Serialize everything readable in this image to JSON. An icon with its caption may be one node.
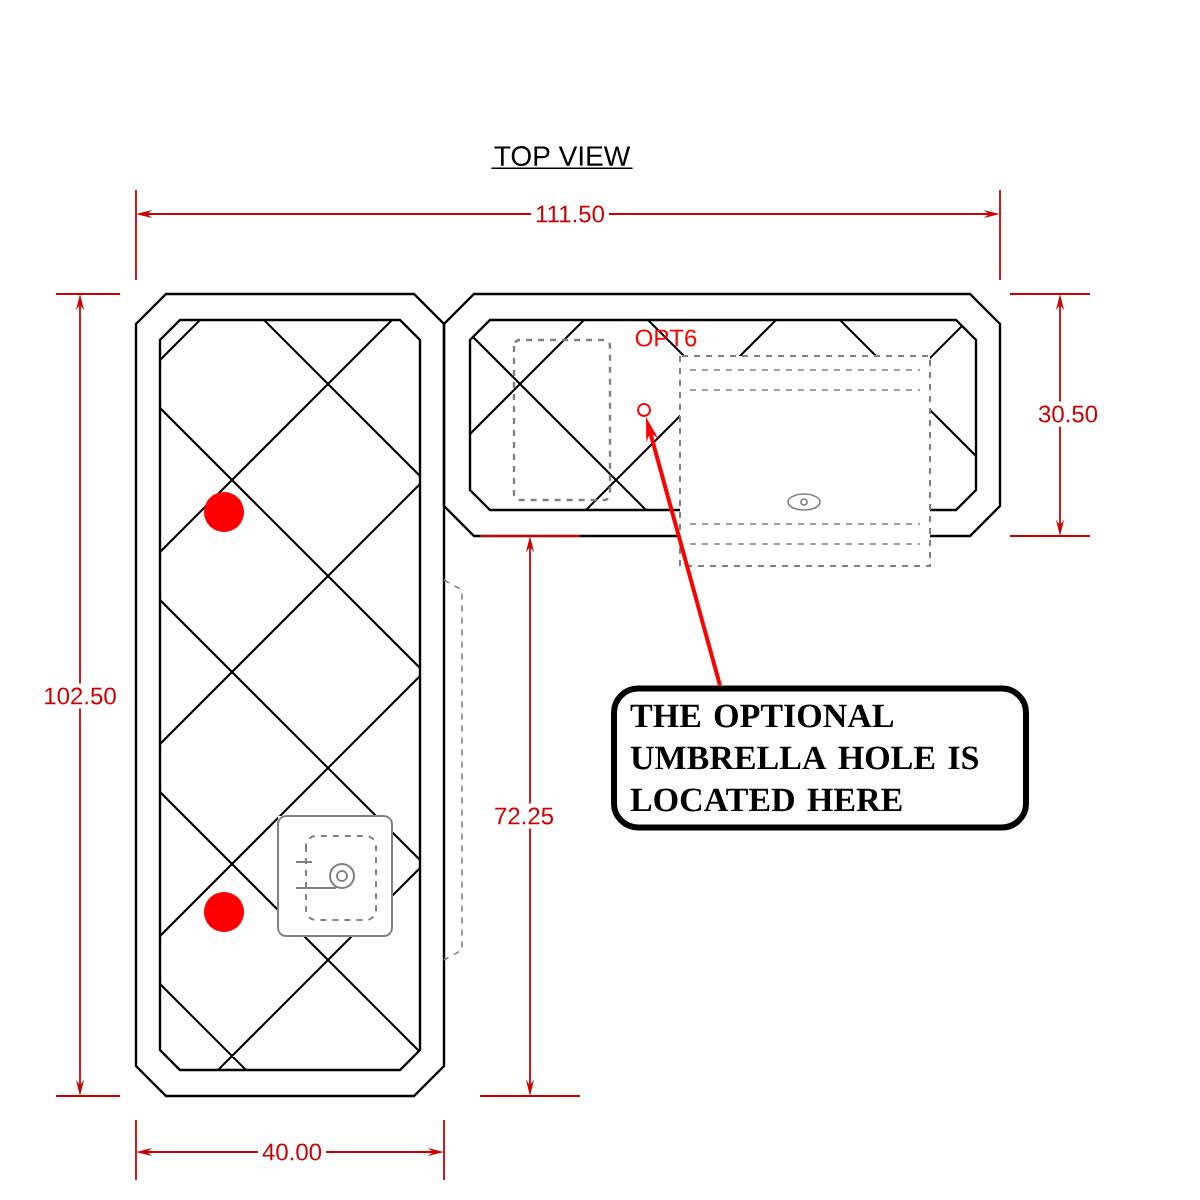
{
  "diagram": {
    "title": "TOP VIEW",
    "nodes": [
      {
        "text": [
          "THE OPTIONAL UMBRELLA HOLE IS LOCATED HERE"
        ]
      },
      {
        "text": [],
        "shape": "circle"
      }
    ],
    "edges": [
      {
        "from": 0,
        "to": 1,
        "arrow": "to",
        "color": "#ff0000"
      }
    ],
    "labels": [
      "111.50",
      "OPT6",
      "30.50",
      "102.50",
      "72.25",
      "40.00"
    ]
  }
}
